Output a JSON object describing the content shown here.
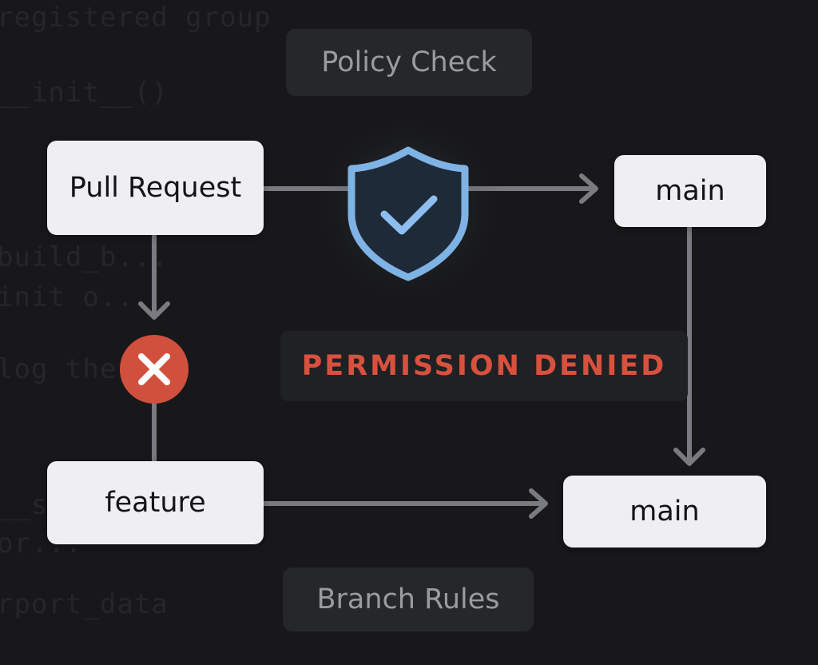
{
  "background_code": [
    "registered group",
    "__init__()",
    "build_b...",
    "init o...",
    "log the...",
    "__s...",
    "or...",
    "rport_data"
  ],
  "labels": {
    "policy_check": "Policy Check",
    "branch_rules": "Branch Rules",
    "permission_denied": "PERMISSION DENIED"
  },
  "nodes": {
    "pull_request": "Pull Request",
    "feature": "feature",
    "main_top": "main",
    "main_bottom": "main"
  },
  "icons": {
    "shield": "shield-check-icon",
    "blocked": "x-circle-icon"
  },
  "colors": {
    "background": "#18181a",
    "node_fill": "#efeff1",
    "connector": "#7a7b80",
    "shield_accent": "#7fb2e5",
    "error": "#d8513f"
  }
}
